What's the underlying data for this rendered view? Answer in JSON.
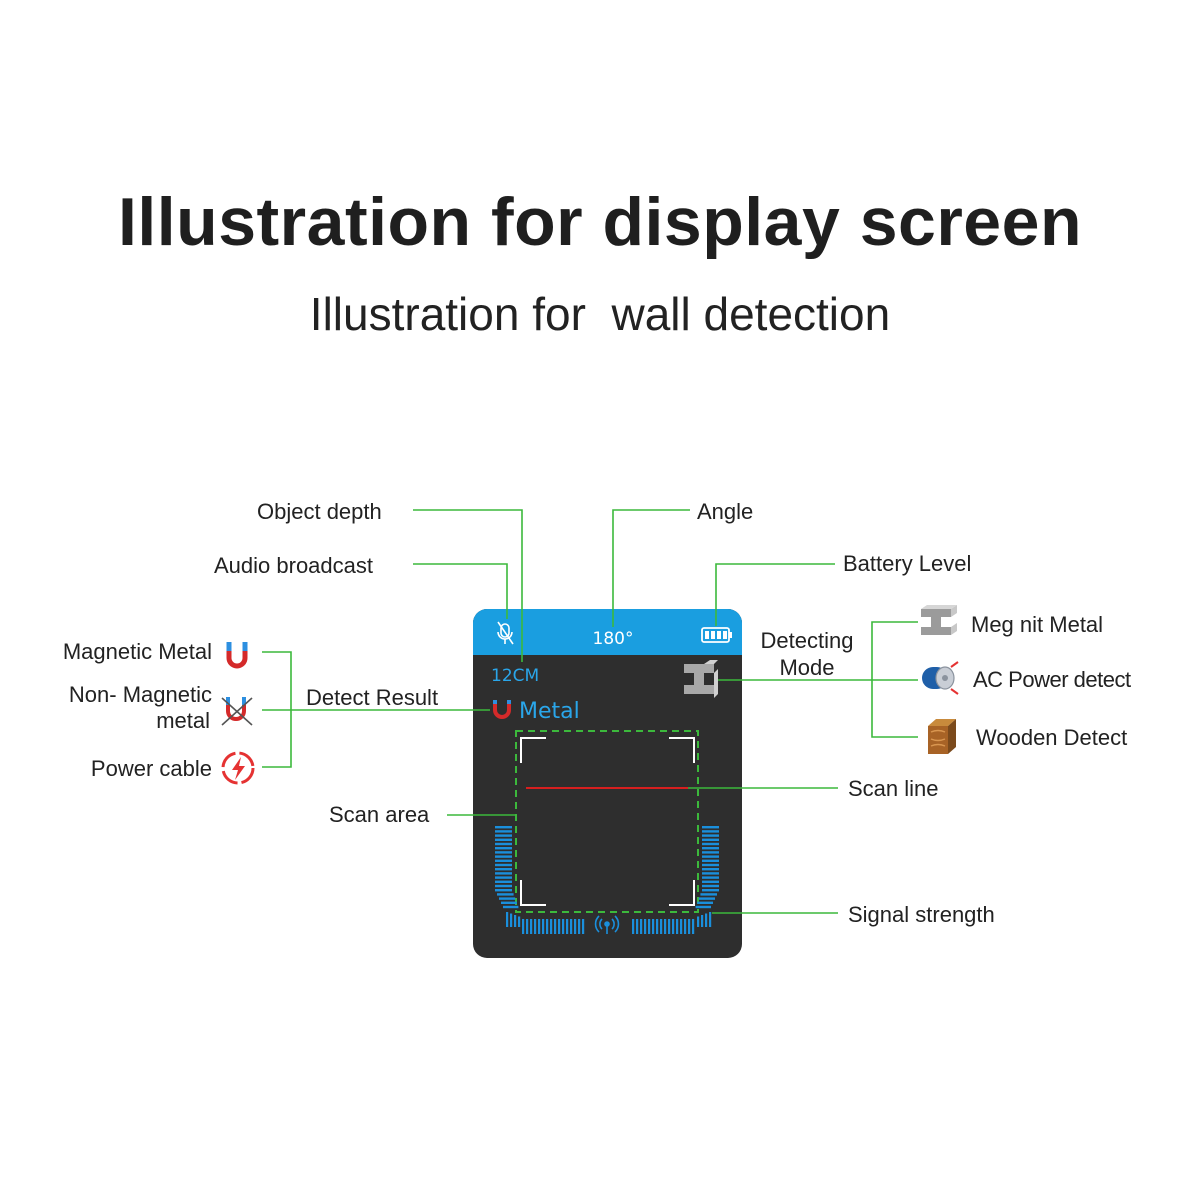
{
  "title": "Illustration for display screen",
  "subtitle": "Illustration for  wall detection",
  "callouts": {
    "object_depth": "Object depth",
    "audio_broadcast": "Audio broadcast",
    "angle": "Angle",
    "battery_level": "Battery Level",
    "detecting_mode": "Detecting\nMode",
    "detect_result": "Detect Result",
    "scan_area": "Scan area",
    "scan_line": "Scan line",
    "signal_strength": "Signal strength"
  },
  "results": {
    "magnetic_metal": "Magnetic Metal",
    "non_magnetic_metal_line1": "Non- Magnetic",
    "non_magnetic_metal_line2": "metal",
    "power_cable": "Power cable"
  },
  "modes": {
    "magnetic_metal": "Meg nit Metal",
    "ac_power": "AC Power detect",
    "wooden": "Wooden Detect"
  },
  "screen": {
    "angle": "180°",
    "depth": "12CM",
    "result": "Metal",
    "signal_level": 1.0
  },
  "colors": {
    "screen_bg": "#2e2e2e",
    "status_bar": "#1a9ee0",
    "screen_text": "#2aa6ea",
    "callout_line": "#3cb93c",
    "scan_line": "#d71f1f",
    "signal_bar": "#1a8fdc"
  },
  "icons": {
    "audio": "microphone-muted-icon",
    "battery": "battery-icon",
    "mode": "i-beam-icon",
    "result": "magnet-icon",
    "antenna": "antenna-icon",
    "non_magnetic": "crossed-magnet-icon",
    "power": "lightning-icon",
    "ac_power": "cable-icon",
    "wood": "wood-icon"
  }
}
